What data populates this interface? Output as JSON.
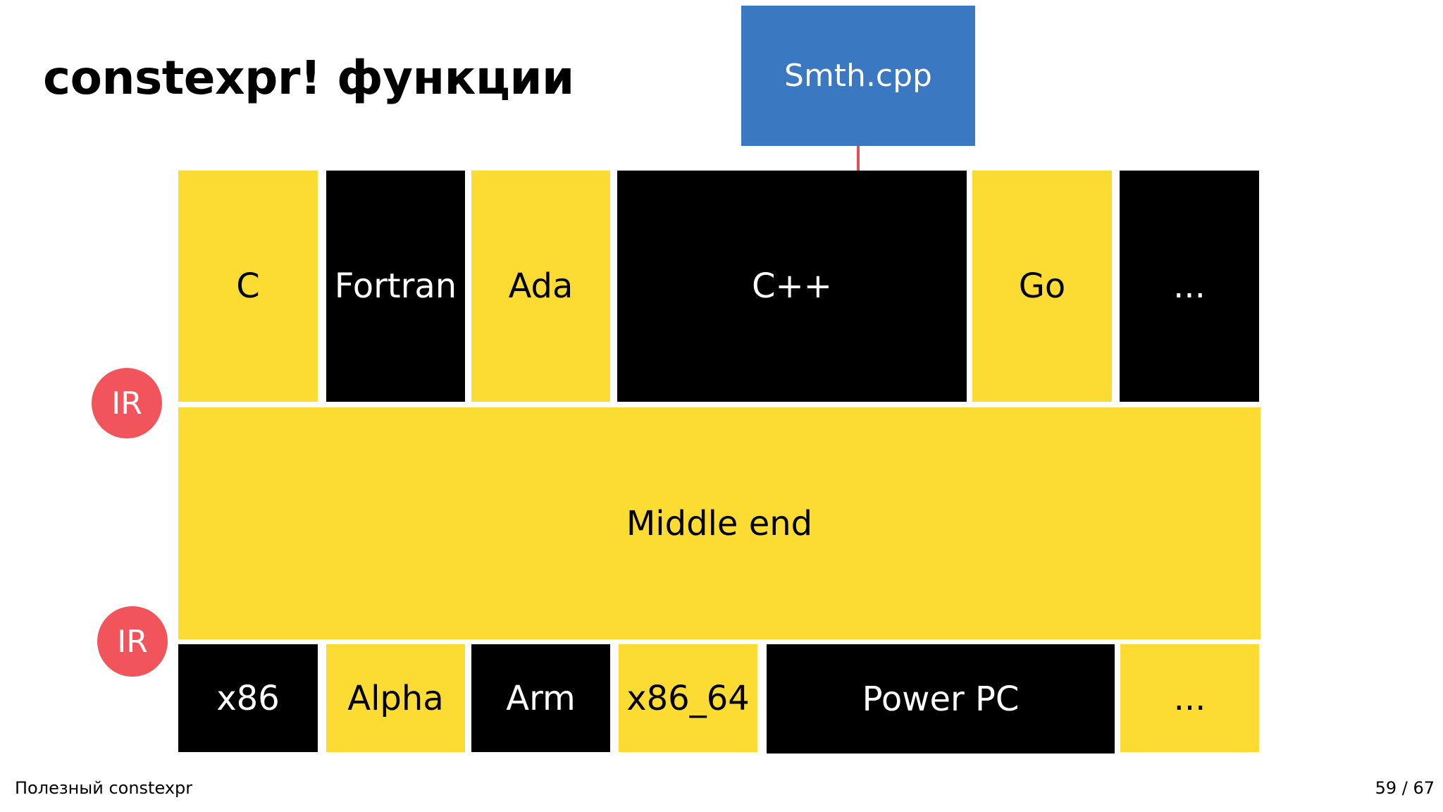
{
  "slide": {
    "title": "constexpr! функции",
    "source_file": "Smth.cpp",
    "frontends": [
      "C",
      "Fortran",
      "Ada",
      "C++",
      "Go",
      "..."
    ],
    "ir_label": "IR",
    "middle": "Middle end",
    "backends": [
      "x86",
      "Alpha",
      "Arm",
      "x86_64",
      "Power PC",
      "..."
    ]
  },
  "footer": {
    "talk_title": "Полезный constexpr",
    "page": "59 / 67"
  },
  "colors": {
    "yellow": "#fcdc32",
    "black": "#000000",
    "blue": "#3a78c2",
    "red": "#f2545b",
    "arrow": "#e0505a"
  }
}
